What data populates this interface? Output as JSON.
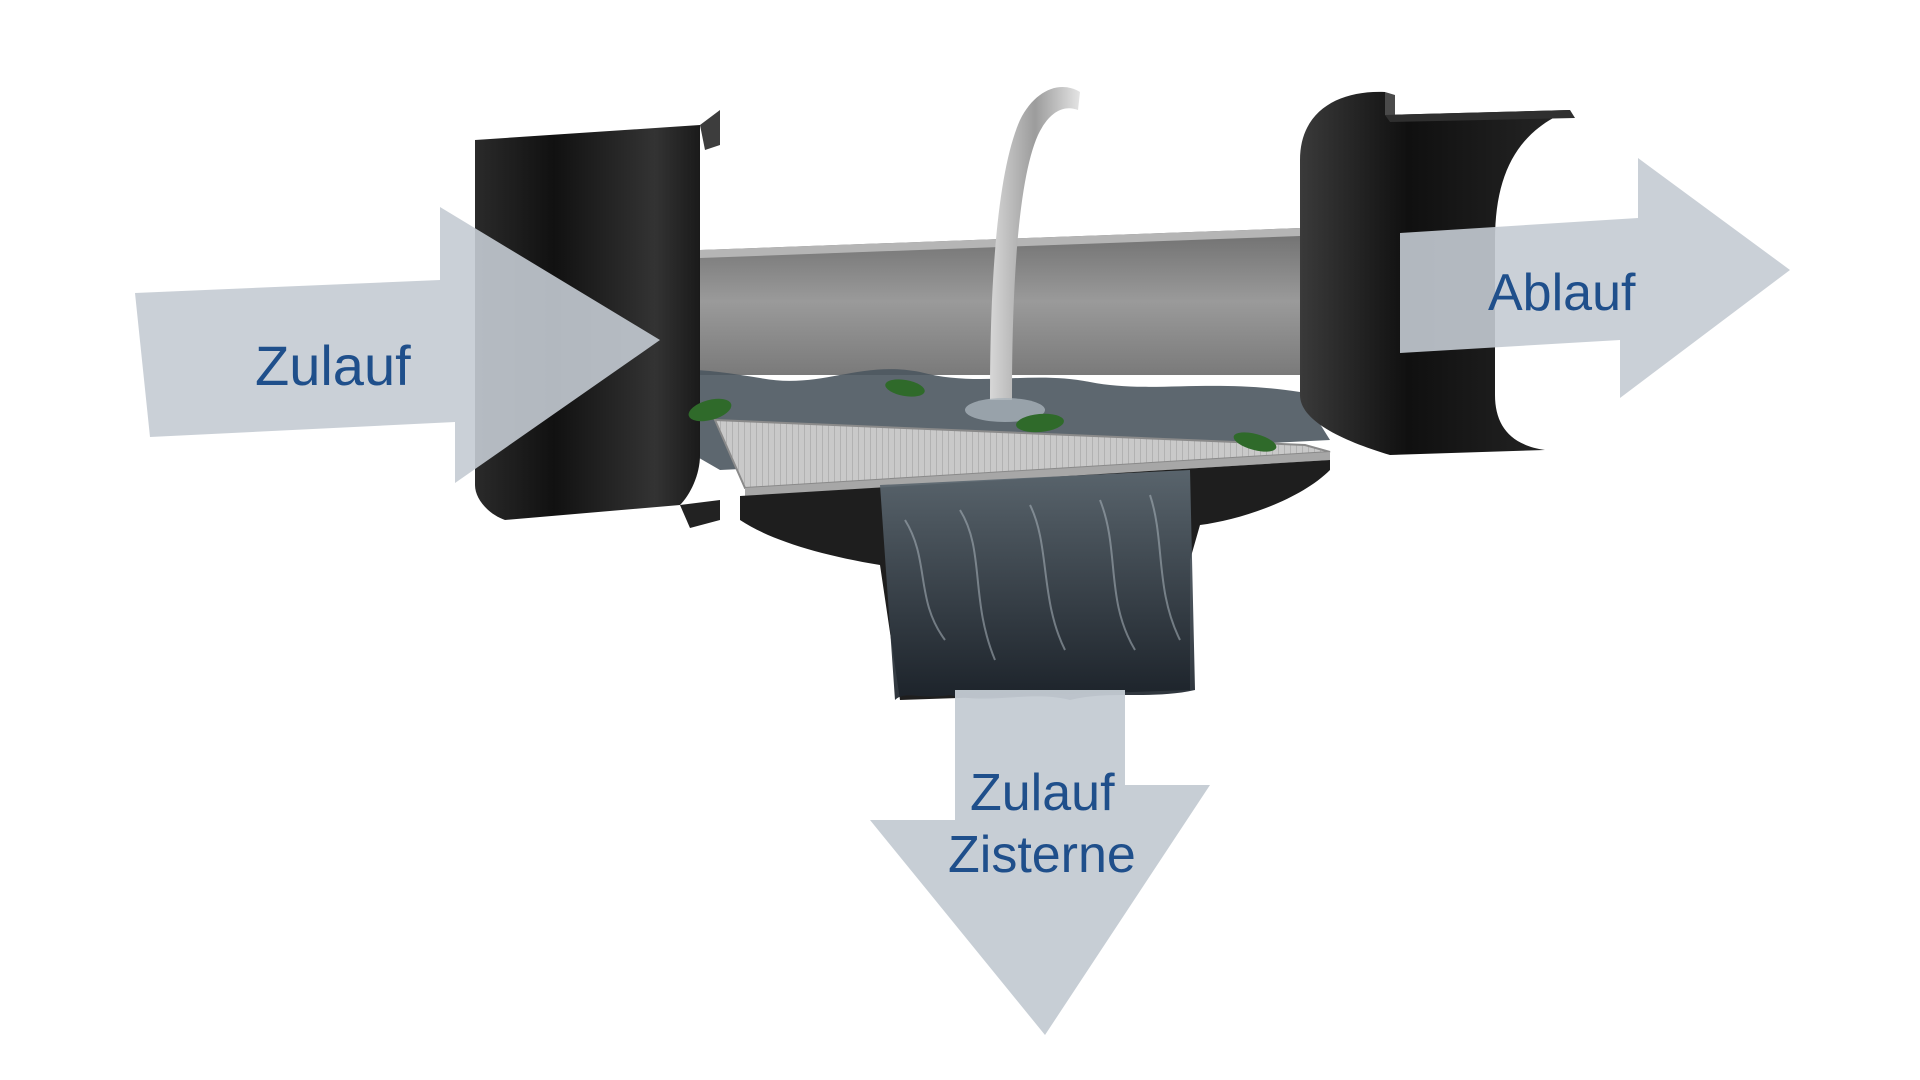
{
  "diagram": {
    "inlet_arrow": {
      "label": "Zulauf",
      "direction": "right"
    },
    "outlet_arrow": {
      "label": "Ablauf",
      "direction": "right"
    },
    "cistern_arrow": {
      "label_line1": "Zulauf",
      "label_line2": "Zisterne",
      "direction": "down"
    }
  },
  "colors": {
    "arrow_fill": "#c4cbd3",
    "label_text": "#1f4f8b",
    "pipe_body": "#1c1c1c",
    "back_panel": "#8f8f8f",
    "screen": "#bdbdbd",
    "water": "#2b3540",
    "leaves": "#2f6a2a"
  },
  "icons": {
    "left_pipe": "pipe-inlet-icon",
    "right_pipe": "pipe-outlet-icon",
    "water_jet": "water-jet-icon",
    "filter_screen": "filter-screen-icon",
    "leaves": "leaf-icon"
  }
}
